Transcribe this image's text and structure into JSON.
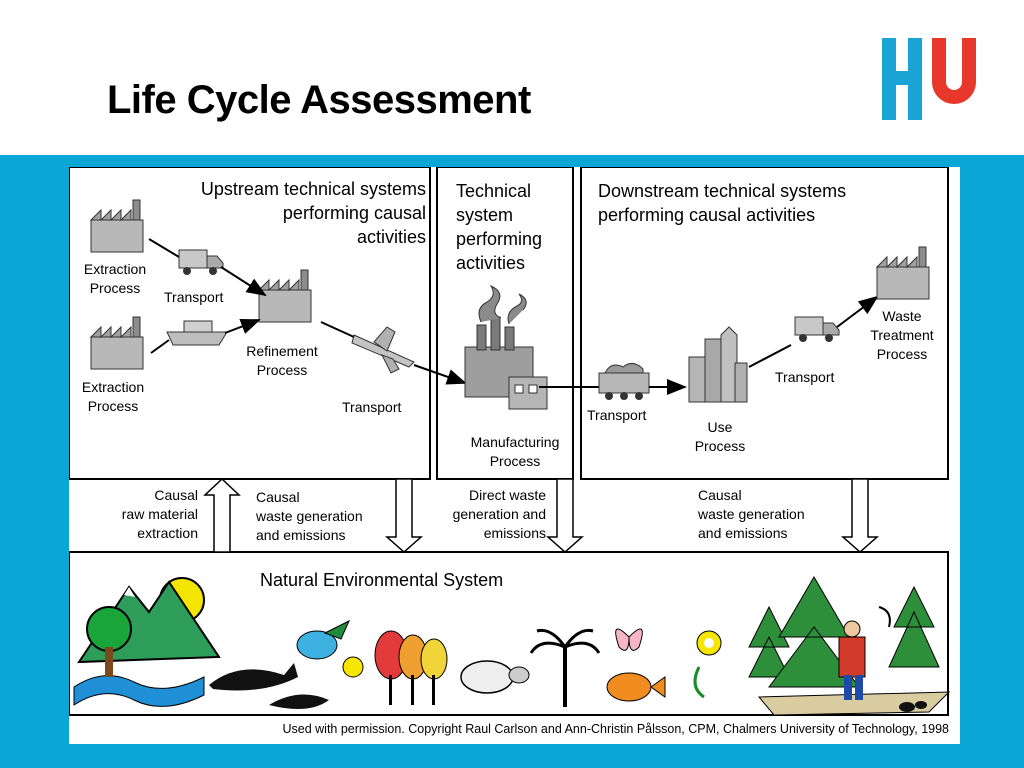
{
  "slide": {
    "title": "Life Cycle Assessment",
    "logo_text": "HU",
    "colors": {
      "band": "#0aa6d6",
      "logo_blue": "#1aa3d5",
      "logo_red": "#e8372b"
    }
  },
  "diagram": {
    "headers": {
      "upstream": "Upstream technical systems\nperforming causal\nactivities",
      "technical": "Technical\nsystem\nperforming\nactivities",
      "downstream": "Downstream technical systems\nperforming causal activities",
      "natural": "Natural Environmental System"
    },
    "labels": {
      "extraction_1": "Extraction\nProcess",
      "extraction_2": "Extraction\nProcess",
      "transport_truck": "Transport",
      "refinement": "Refinement\nProcess",
      "transport_plane": "Transport",
      "manufacturing": "Manufacturing\nProcess",
      "transport_train": "Transport",
      "use": "Use\nProcess",
      "transport_truck_2": "Transport",
      "waste_treatment": "Waste\nTreatment\nProcess"
    },
    "flows": {
      "raw_material": "Causal\nraw material\nextraction",
      "upstream_waste": "Causal\nwaste generation\nand  emissions",
      "direct_waste": "Direct waste\ngeneration and\nemissions",
      "downstream_waste": "Causal\nwaste generation\nand  emissions"
    },
    "credit": "Used with permission. Copyright Raul Carlson and Ann-Christin Pålsson, CPM, Chalmers University of Technology, 1998"
  }
}
